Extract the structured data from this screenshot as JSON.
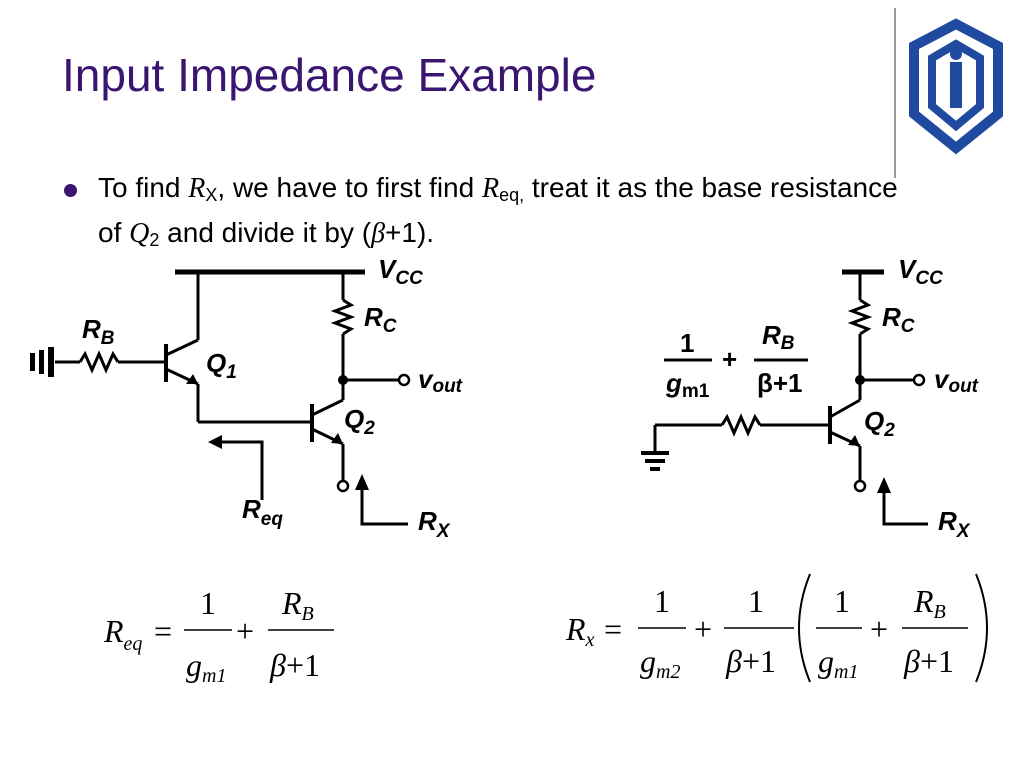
{
  "slide": {
    "title": "Input Impedance Example",
    "bullet": {
      "p1": "To find ",
      "r1": "R",
      "r1_sub": "X",
      "p2": ", we have to first find ",
      "r2": "R",
      "r2_sub": "eq,",
      "p3": " treat it as the base resistance of ",
      "q": "Q",
      "q_sub": "2",
      "p4": " and divide it by (",
      "beta": "β",
      "p5": "+1)."
    }
  },
  "circuit_left": {
    "vcc": "V",
    "vcc_sub": "CC",
    "rb": "R",
    "rb_sub": "B",
    "rc": "R",
    "rc_sub": "C",
    "q1": "Q",
    "q1_sub": "1",
    "q2": "Q",
    "q2_sub": "2",
    "vout": "v",
    "vout_sub": "out",
    "req": "R",
    "req_sub": "eq",
    "rx": "R",
    "rx_sub": "X"
  },
  "circuit_right": {
    "vcc": "V",
    "vcc_sub": "CC",
    "rc": "R",
    "rc_sub": "C",
    "q2": "Q",
    "q2_sub": "2",
    "vout": "v",
    "vout_sub": "out",
    "rx": "R",
    "rx_sub": "X",
    "frac1_num": "1",
    "frac1_den": "g",
    "frac1_den_sub": "m1",
    "plus": "+",
    "frac2_num": "R",
    "frac2_num_sub": "B",
    "frac2_den": "β+1"
  },
  "equations": {
    "left": {
      "lhs": "R",
      "lhs_sub": "eq",
      "eq": "=",
      "f1_num": "1",
      "f1_den": "g",
      "f1_den_sub": "m1",
      "plus": "+",
      "f2_num": "R",
      "f2_num_sub": "B",
      "f2_den_beta": "β",
      "f2_den_rest": "+1"
    },
    "right": {
      "lhs": "R",
      "lhs_sub": "x",
      "eq": "=",
      "f1_num": "1",
      "f1_den": "g",
      "f1_den_sub": "m2",
      "plus1": "+",
      "f2_num": "1",
      "f2_den_beta": "β",
      "f2_den_rest": "+1",
      "f3_num": "1",
      "f3_den": "g",
      "f3_den_sub": "m1",
      "plus2": "+",
      "f4_num": "R",
      "f4_num_sub": "B",
      "f4_den_beta": "β",
      "f4_den_rest": "+1"
    }
  }
}
